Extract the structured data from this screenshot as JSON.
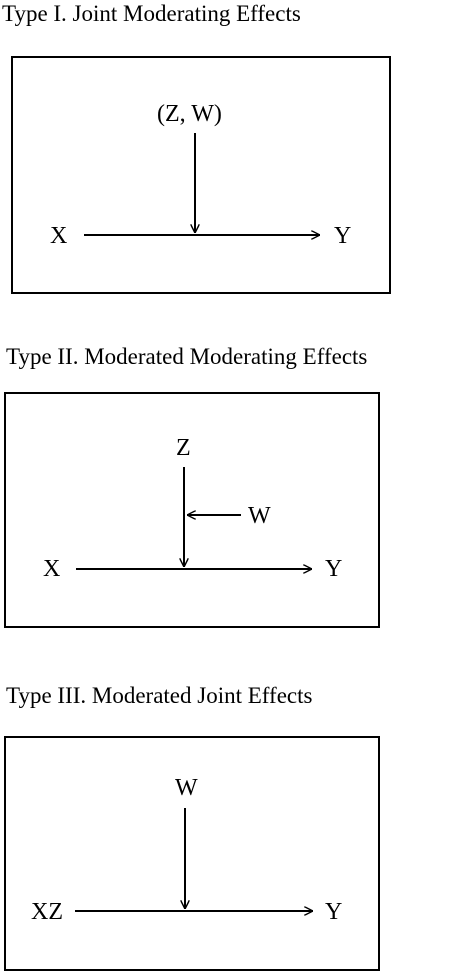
{
  "panels": [
    {
      "title": "Type I. Joint Moderating Effects",
      "nodes": {
        "moderator": "(Z, W)",
        "x": "X",
        "y": "Y"
      }
    },
    {
      "title": "Type II. Moderated Moderating Effects",
      "nodes": {
        "moderator": "Z",
        "second_moderator": "W",
        "x": "X",
        "y": "Y"
      }
    },
    {
      "title": "Type III. Moderated Joint Effects",
      "nodes": {
        "moderator": "W",
        "x": "XZ",
        "y": "Y"
      }
    }
  ]
}
